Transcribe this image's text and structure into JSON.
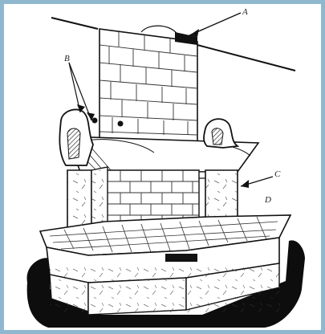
{
  "labels": {
    "a": "A",
    "b": "B",
    "c": "C",
    "d": "D"
  },
  "colors": {
    "frame": "#8fb8cf",
    "ink": "#111111",
    "paper": "#ffffff"
  }
}
